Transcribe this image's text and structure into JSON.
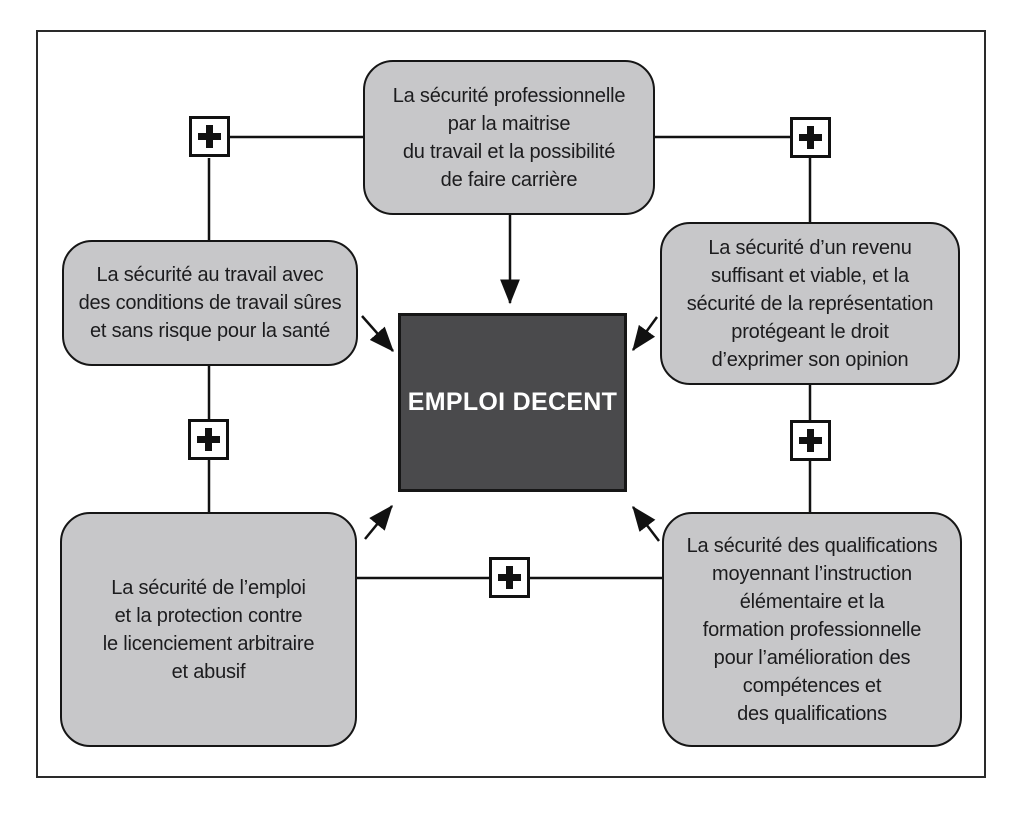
{
  "diagram": {
    "center_label": "EMPLOI DECENT",
    "boxes": {
      "top": {
        "lines": [
          "La sécurité professionnelle",
          "par la maitrise",
          "du travail et la possibilité",
          "de faire carrière"
        ]
      },
      "left": {
        "lines": [
          "La sécurité au travail avec",
          "des conditions de travail sûres",
          "et sans risque pour la santé"
        ]
      },
      "right": {
        "lines": [
          "La sécurité d’un revenu",
          "suffisant et viable, et la",
          "sécurité de la représentation",
          "protégeant le droit",
          "d’exprimer son opinion"
        ]
      },
      "bottom_left": {
        "lines": [
          "La sécurité de l’emploi",
          "et la protection contre",
          "le licenciement arbitraire",
          "et abusif"
        ]
      },
      "bottom_right": {
        "lines": [
          "La sécurité des qualifications",
          "moyennant l’instruction",
          "élémentaire et la",
          "formation professionnelle",
          "pour l’amélioration des",
          "compétences et",
          "des qualifications"
        ]
      }
    },
    "plus_symbol": "+",
    "colors": {
      "background": "#ffffff",
      "frame_border": "#2a2a2a",
      "box_fill": "#c7c7c9",
      "box_border": "#161616",
      "center_fill": "#4a4a4c",
      "center_text": "#ffffff",
      "connector": "#111111"
    }
  }
}
